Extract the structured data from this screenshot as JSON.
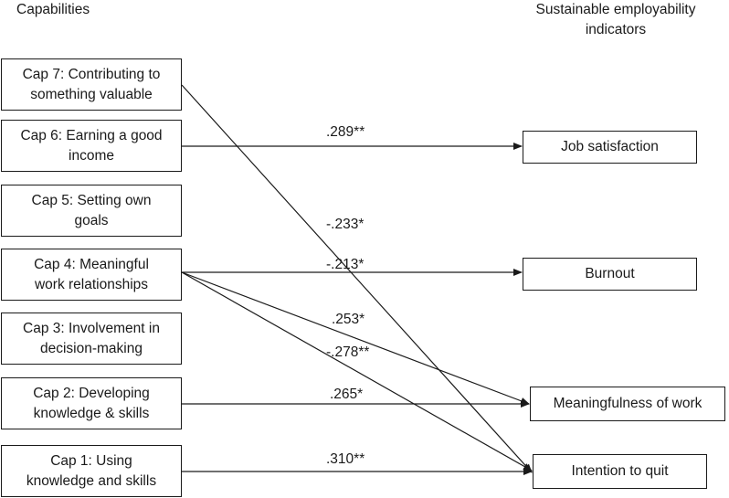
{
  "headers": {
    "capabilities": "Capabilities",
    "indicators_line1": "Sustainable employability",
    "indicators_line2": "indicators"
  },
  "capabilities": [
    {
      "id": "cap7",
      "line1": "Cap 7: Contributing to",
      "line2": "something valuable"
    },
    {
      "id": "cap6",
      "line1": "Cap 6: Earning a good",
      "line2": "income"
    },
    {
      "id": "cap5",
      "line1": "Cap 5: Setting own",
      "line2": "goals"
    },
    {
      "id": "cap4",
      "line1": "Cap 4: Meaningful",
      "line2": "work relationships"
    },
    {
      "id": "cap3",
      "line1": "Cap 3: Involvement in",
      "line2": "decision-making"
    },
    {
      "id": "cap2",
      "line1": "Cap 2: Developing",
      "line2": "knowledge & skills"
    },
    {
      "id": "cap1",
      "line1": "Cap 1: Using",
      "line2": "knowledge and skills"
    }
  ],
  "indicators": [
    {
      "id": "job",
      "label": "Job satisfaction"
    },
    {
      "id": "burnout",
      "label": "Burnout"
    },
    {
      "id": "meaning",
      "label": "Meaningfulness of work"
    },
    {
      "id": "quit",
      "label": "Intention to quit"
    }
  ],
  "paths": [
    {
      "from": "cap6",
      "to": "job",
      "coef": ".289**"
    },
    {
      "from": "cap7",
      "to": "quit",
      "coef": "-.233*"
    },
    {
      "from": "cap4",
      "to": "burnout",
      "coef": "-.213*"
    },
    {
      "from": "cap4",
      "to": "meaning",
      "coef": ".253*"
    },
    {
      "from": "cap4",
      "to": "quit",
      "coef": "-.278**"
    },
    {
      "from": "cap2",
      "to": "meaning",
      "coef": ".265*"
    },
    {
      "from": "cap1",
      "to": "quit",
      "coef": ".310**"
    }
  ]
}
